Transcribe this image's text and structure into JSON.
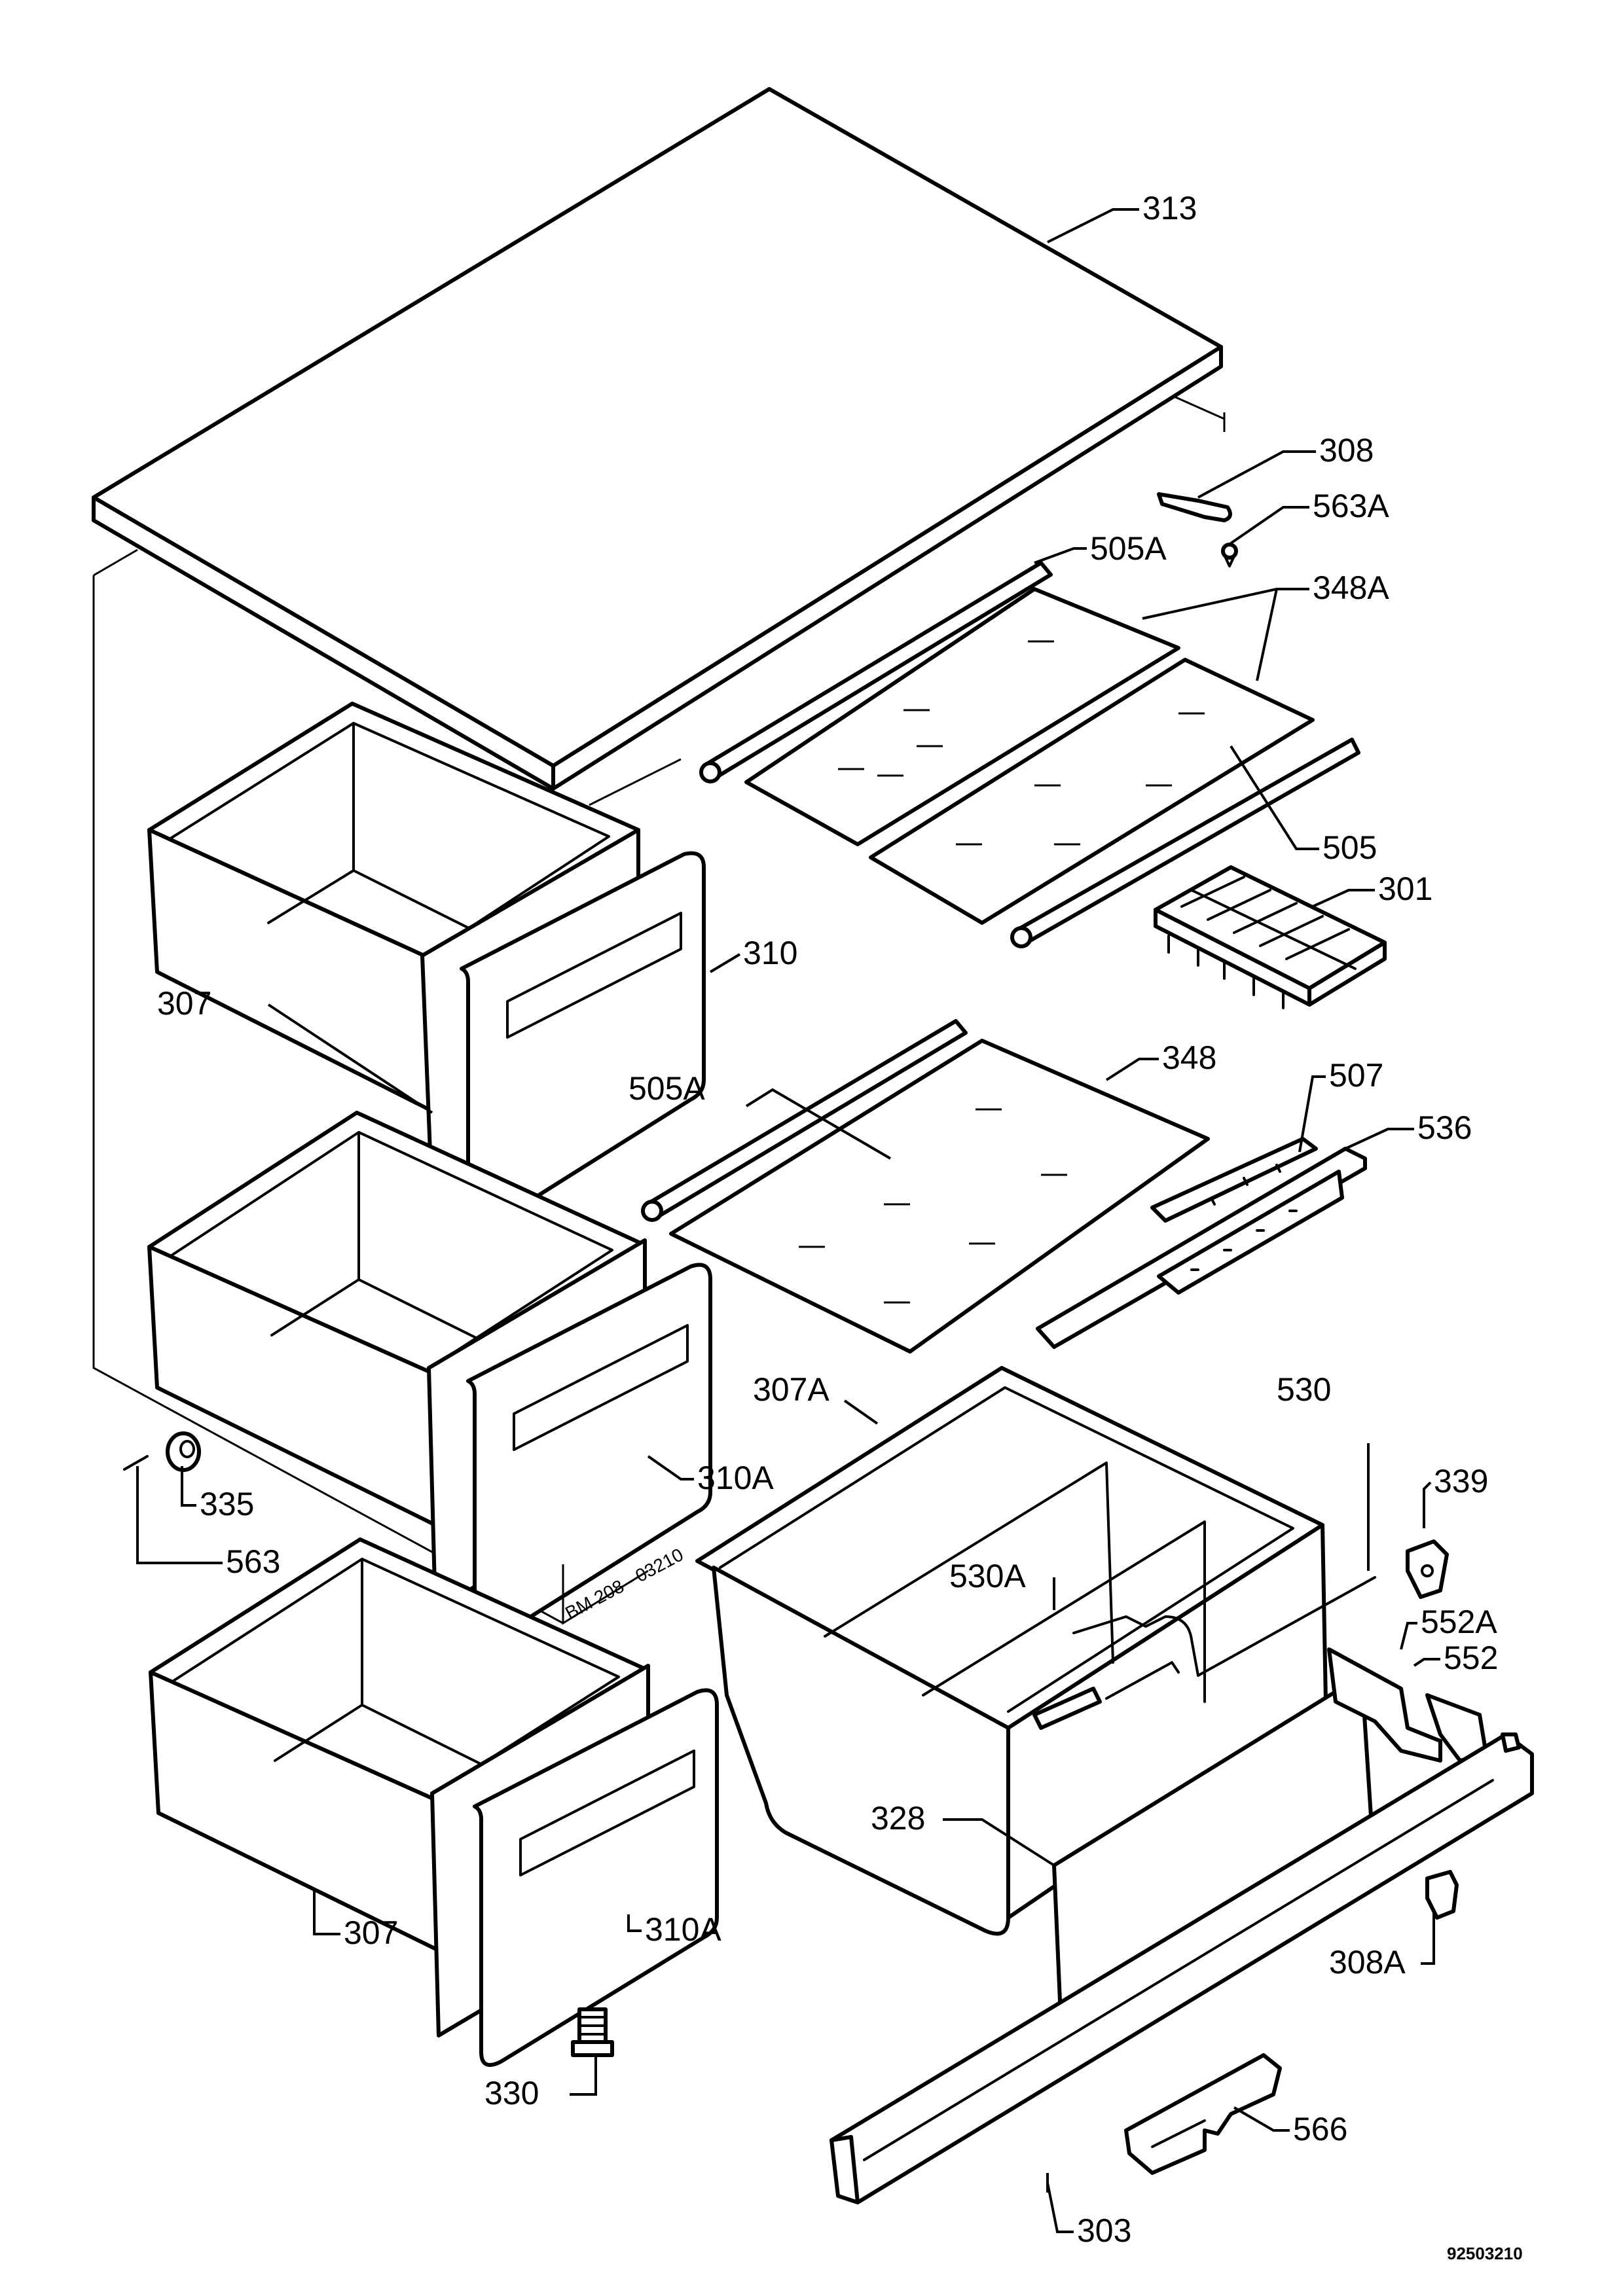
{
  "diagram": {
    "part_labels": {
      "p313": "313",
      "p308": "308",
      "p563a": "563A",
      "p505a_top": "505A",
      "p348a": "348A",
      "p505": "505",
      "p301": "301",
      "p310": "310",
      "p307_upper": "307",
      "p505a_mid": "505A",
      "p348": "348",
      "p507": "507",
      "p536": "536",
      "p307a": "307A",
      "p530": "530",
      "p339": "339",
      "p335": "335",
      "p310a_mid": "310A",
      "p563": "563",
      "p530a": "530A",
      "p552a": "552A",
      "p552": "552",
      "p328": "328",
      "p307_lower": "307",
      "p310a_low": "310A",
      "p308a": "308A",
      "p330": "330",
      "p566": "566",
      "p303": "303"
    },
    "stamp_text": "BM 208 - 03210",
    "drawing_number": "92503210"
  }
}
